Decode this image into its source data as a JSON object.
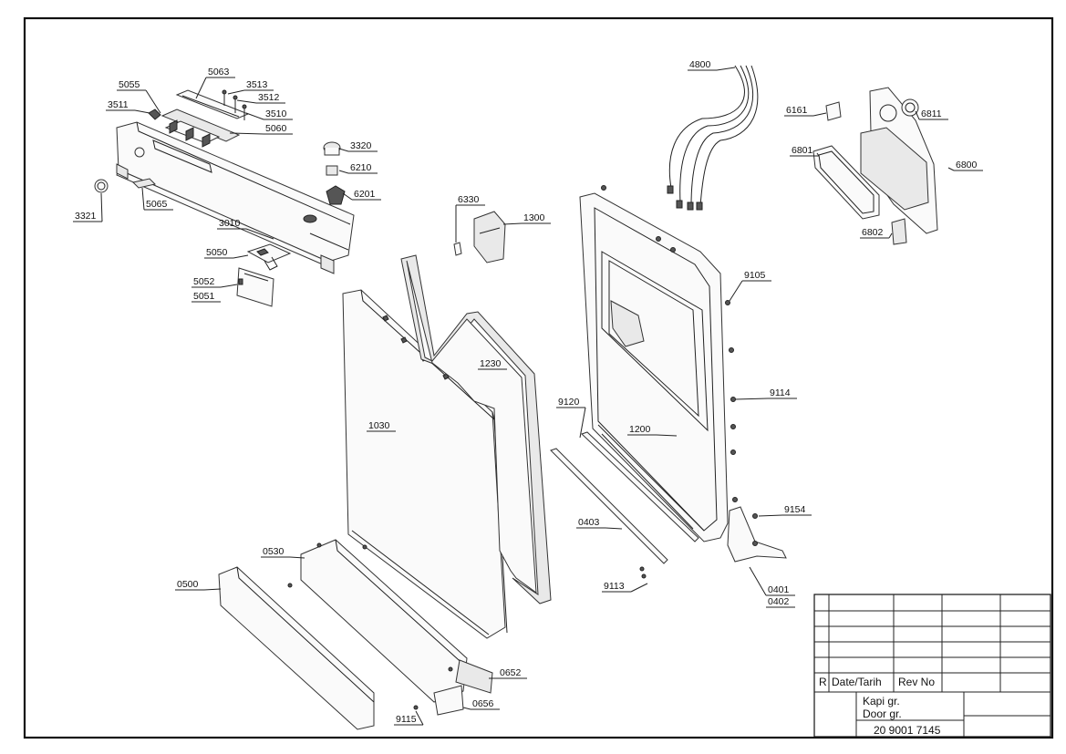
{
  "parts": [
    {
      "id": "p5063",
      "code": "5063"
    },
    {
      "id": "p5055",
      "code": "5055"
    },
    {
      "id": "p3513",
      "code": "3513"
    },
    {
      "id": "p3512",
      "code": "3512"
    },
    {
      "id": "p3511",
      "code": "3511"
    },
    {
      "id": "p3510",
      "code": "3510"
    },
    {
      "id": "p5060",
      "code": "5060"
    },
    {
      "id": "p3320",
      "code": "3320"
    },
    {
      "id": "p6210",
      "code": "6210"
    },
    {
      "id": "p6201",
      "code": "6201"
    },
    {
      "id": "p3321",
      "code": "3321"
    },
    {
      "id": "p5065",
      "code": "5065"
    },
    {
      "id": "p3010",
      "code": "3010"
    },
    {
      "id": "p5050",
      "code": "5050"
    },
    {
      "id": "p5052",
      "code": "5052"
    },
    {
      "id": "p5051",
      "code": "5051"
    },
    {
      "id": "p4800",
      "code": "4800"
    },
    {
      "id": "p6161",
      "code": "6161"
    },
    {
      "id": "p6811",
      "code": "6811"
    },
    {
      "id": "p6801",
      "code": "6801"
    },
    {
      "id": "p6800",
      "code": "6800"
    },
    {
      "id": "p6802",
      "code": "6802"
    },
    {
      "id": "p6330",
      "code": "6330"
    },
    {
      "id": "p1300",
      "code": "1300"
    },
    {
      "id": "p9105",
      "code": "9105"
    },
    {
      "id": "p1230",
      "code": "1230"
    },
    {
      "id": "p9114",
      "code": "9114"
    },
    {
      "id": "p9120",
      "code": "9120"
    },
    {
      "id": "p1030",
      "code": "1030"
    },
    {
      "id": "p1200",
      "code": "1200"
    },
    {
      "id": "p9154",
      "code": "9154"
    },
    {
      "id": "p0403",
      "code": "0403"
    },
    {
      "id": "p0530",
      "code": "0530"
    },
    {
      "id": "p0401",
      "code": "0401"
    },
    {
      "id": "p0402",
      "code": "0402"
    },
    {
      "id": "p9113",
      "code": "9113"
    },
    {
      "id": "p0500",
      "code": "0500"
    },
    {
      "id": "p0652",
      "code": "0652"
    },
    {
      "id": "p0656",
      "code": "0656"
    },
    {
      "id": "p9115",
      "code": "9115"
    }
  ],
  "title_block": {
    "r_label": "R",
    "date_label": "Date/Tarih",
    "rev_label": "Rev No",
    "group_tr": "Kapi gr.",
    "group_en": "Door gr.",
    "drawing_no": "20 9001 7145"
  }
}
